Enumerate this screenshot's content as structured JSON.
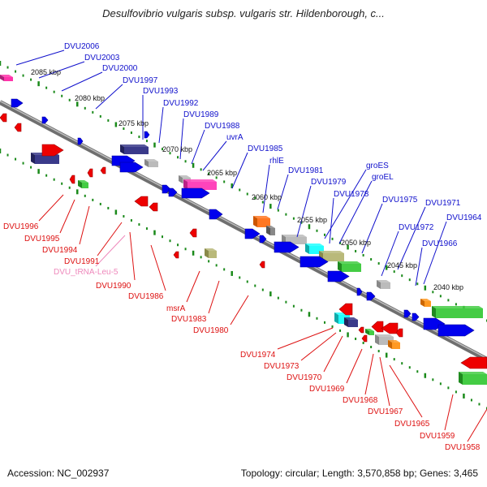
{
  "title": "Desulfovibrio vulgaris subsp. vulgaris str. Hildenborough, c...",
  "footer": {
    "accession": "Accession: NC_002937",
    "topology": "Topology: circular; Length: 3,570,858 bp; Genes: 3,465"
  },
  "colors": {
    "backbone": "#8c8c8c",
    "tick": "#1a8a1a",
    "label_top": "#1010cc",
    "label_bottom": "#dd1111",
    "label_trna": "#ee88bb"
  },
  "scale_labels": [
    "2085 kbp",
    "2080 kbp",
    "2075 kbp",
    "2070 kbp",
    "2065 kbp",
    "2060 kbp",
    "2055 kbp",
    "2050 kbp",
    "2045 kbp",
    "2040 kbp"
  ],
  "top_gene_labels": [
    "DVU2006",
    "DVU2003",
    "DVU2000",
    "DVU1997",
    "DVU1993",
    "DVU1992",
    "DVU1989",
    "DVU1988",
    "uvrA",
    "DVU1985",
    "rhlE",
    "DVU1981",
    "DVU1979",
    "groES",
    "groEL",
    "DVU1978",
    "DVU1975",
    "DVU1971",
    "DVU1972",
    "DVU1964",
    "DVU1966"
  ],
  "bottom_gene_labels": [
    "DVU1996",
    "DVU1995",
    "DVU1994",
    "DVU1991",
    "DVU_tRNA-Leu-5",
    "DVU1990",
    "DVU1986",
    "msrA",
    "DVU1983",
    "DVU1980",
    "DVU1974",
    "DVU1973",
    "DVU1970",
    "DVU1969",
    "DVU1968",
    "DVU1967",
    "DVU1965",
    "DVU1959",
    "DVU1958"
  ]
}
